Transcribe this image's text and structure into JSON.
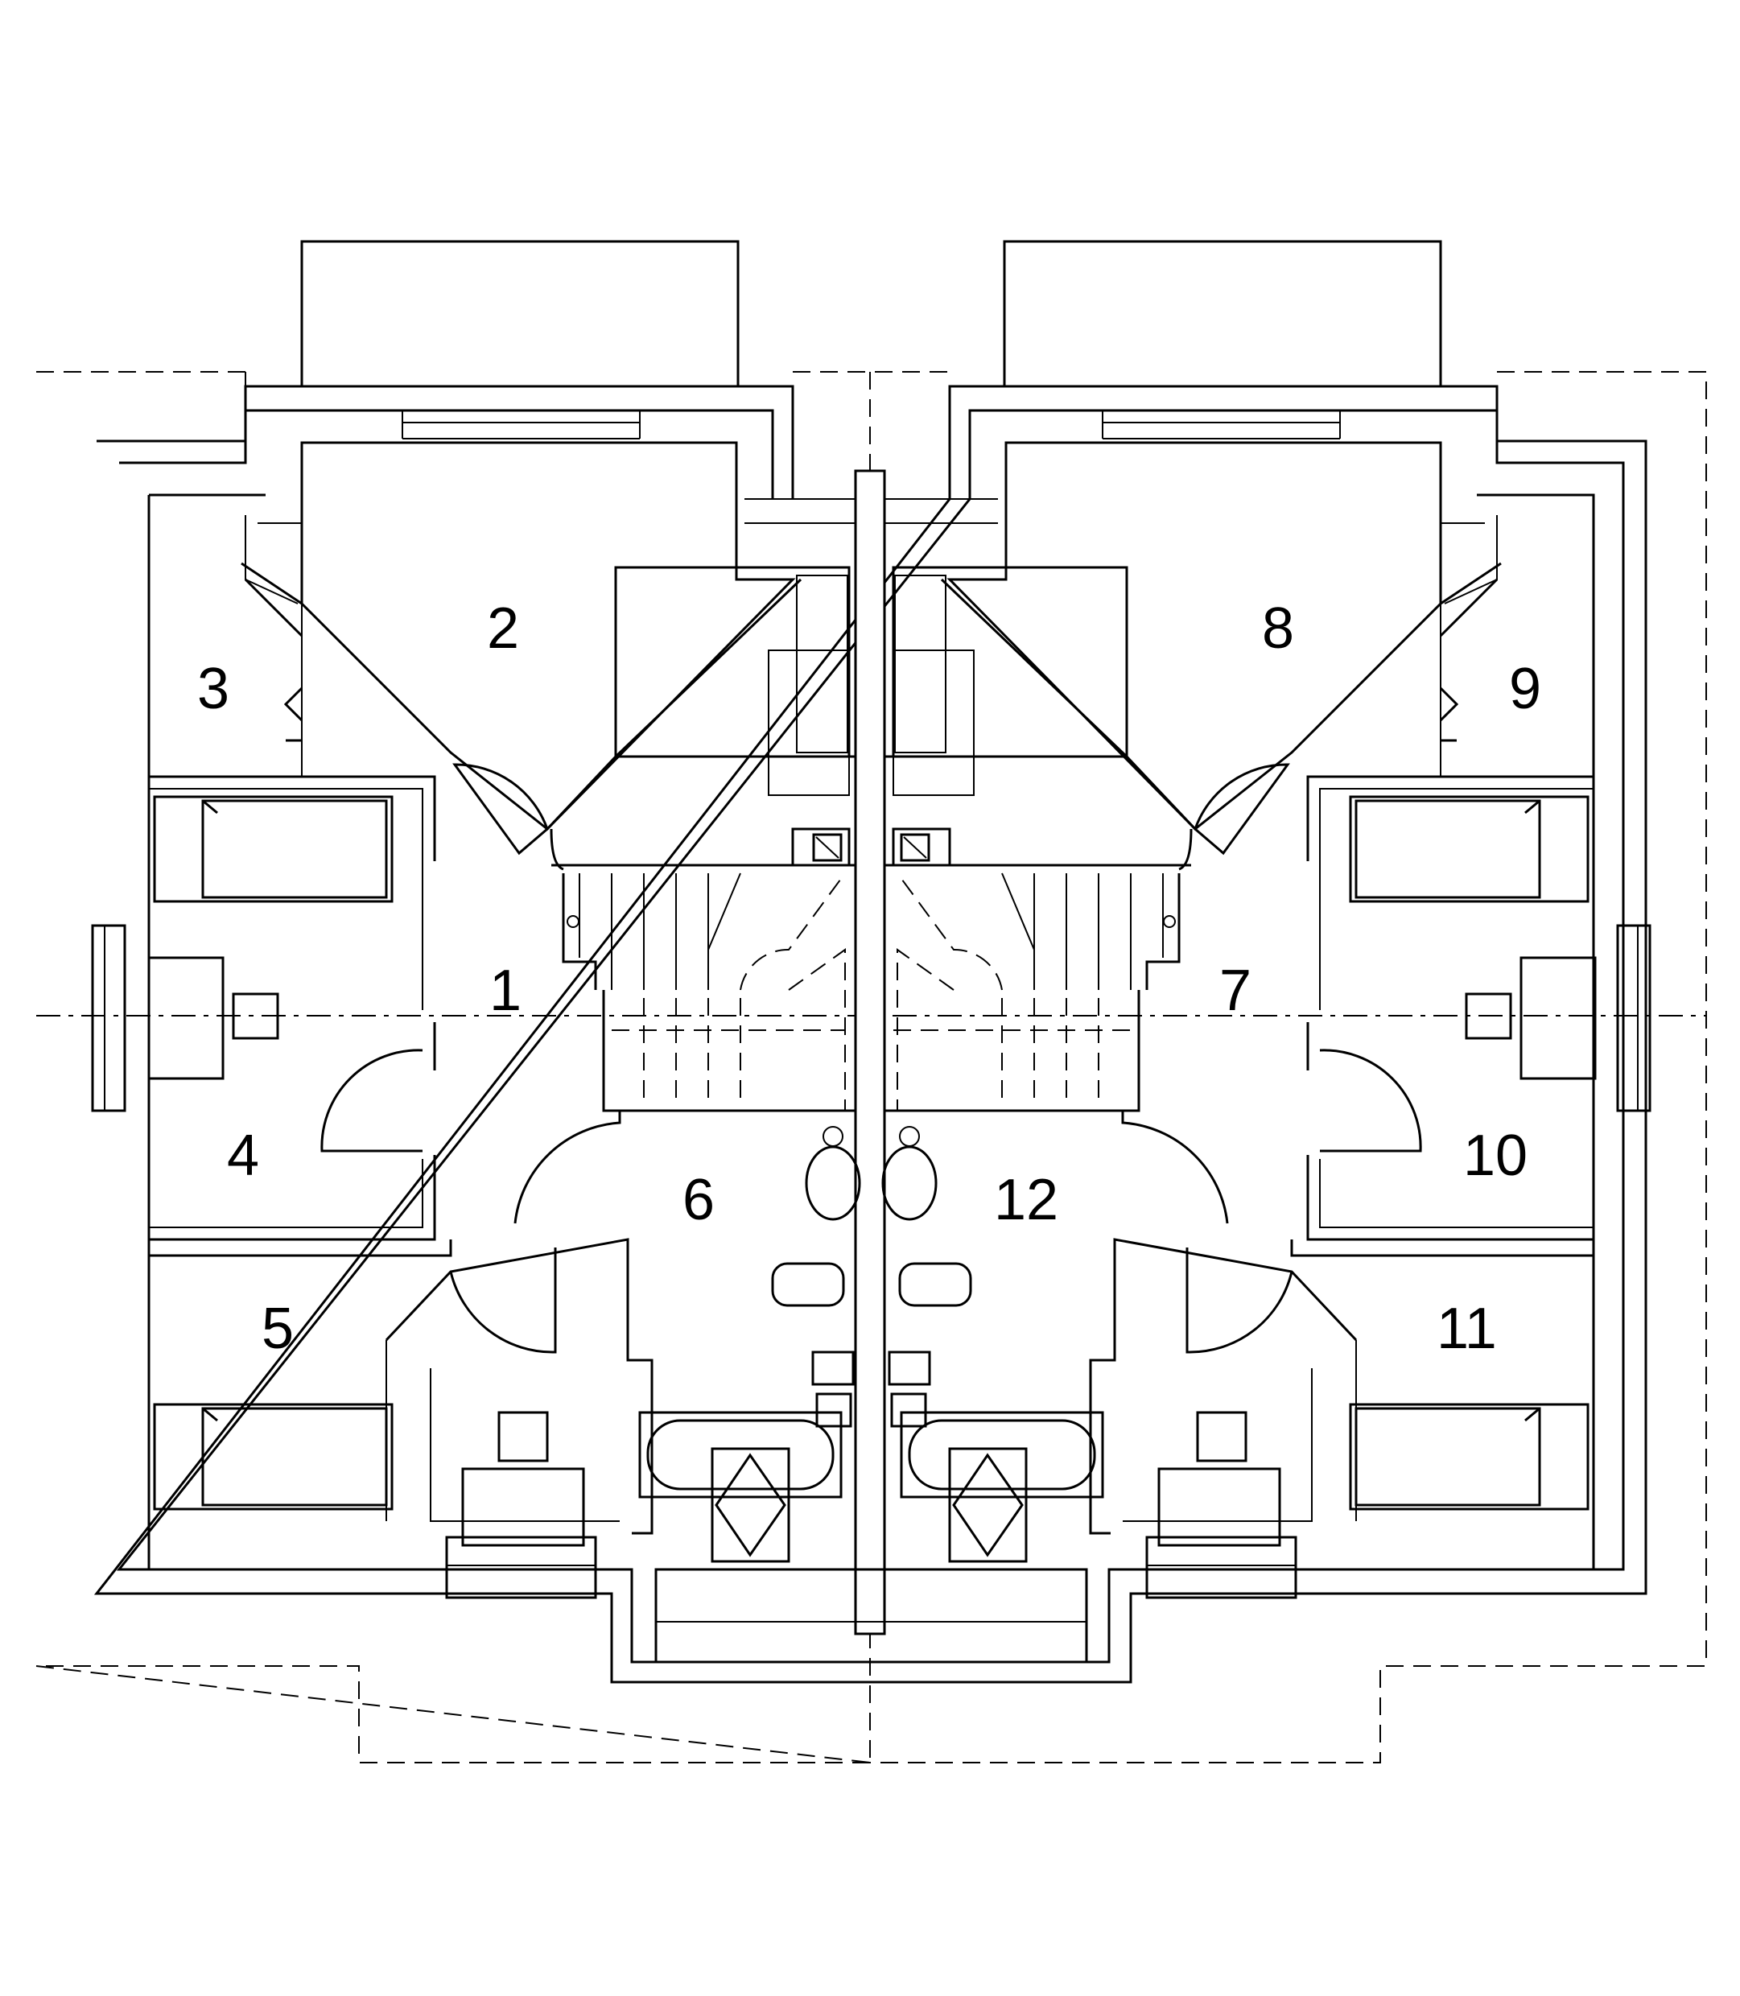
{
  "floor_plan": {
    "room_labels": [
      "1",
      "2",
      "3",
      "4",
      "5",
      "6",
      "7",
      "8",
      "9",
      "10",
      "11",
      "12"
    ]
  },
  "colors": {
    "line": "#000000",
    "background": "#ffffff"
  }
}
